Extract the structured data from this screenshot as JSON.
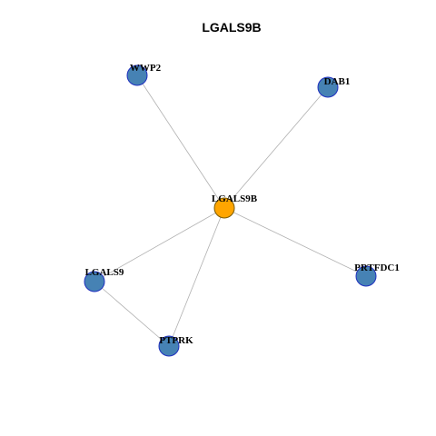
{
  "title": "LGALS9B",
  "colors": {
    "center_fill": "#FFA500",
    "center_stroke": "#7a5a00",
    "node_fill": "#4682B4",
    "node_stroke": "#1f2fbf",
    "edge": "#b0b0b0"
  },
  "graph": {
    "nodes": [
      {
        "id": "LGALS9B",
        "label": "LGALS9B",
        "role": "center"
      },
      {
        "id": "WWP2",
        "label": "WWP2",
        "role": "neighbor"
      },
      {
        "id": "DAB1",
        "label": "DAB1",
        "role": "neighbor"
      },
      {
        "id": "LGALS9",
        "label": "LGALS9",
        "role": "neighbor"
      },
      {
        "id": "PTPRK",
        "label": "PTPRK",
        "role": "neighbor"
      },
      {
        "id": "PRTFDC1",
        "label": "PRTFDC1",
        "role": "neighbor"
      }
    ],
    "edges": [
      {
        "source": "LGALS9B",
        "target": "WWP2"
      },
      {
        "source": "LGALS9B",
        "target": "DAB1"
      },
      {
        "source": "LGALS9B",
        "target": "LGALS9"
      },
      {
        "source": "LGALS9B",
        "target": "PTPRK"
      },
      {
        "source": "LGALS9B",
        "target": "PRTFDC1"
      },
      {
        "source": "LGALS9",
        "target": "PTPRK"
      }
    ]
  }
}
